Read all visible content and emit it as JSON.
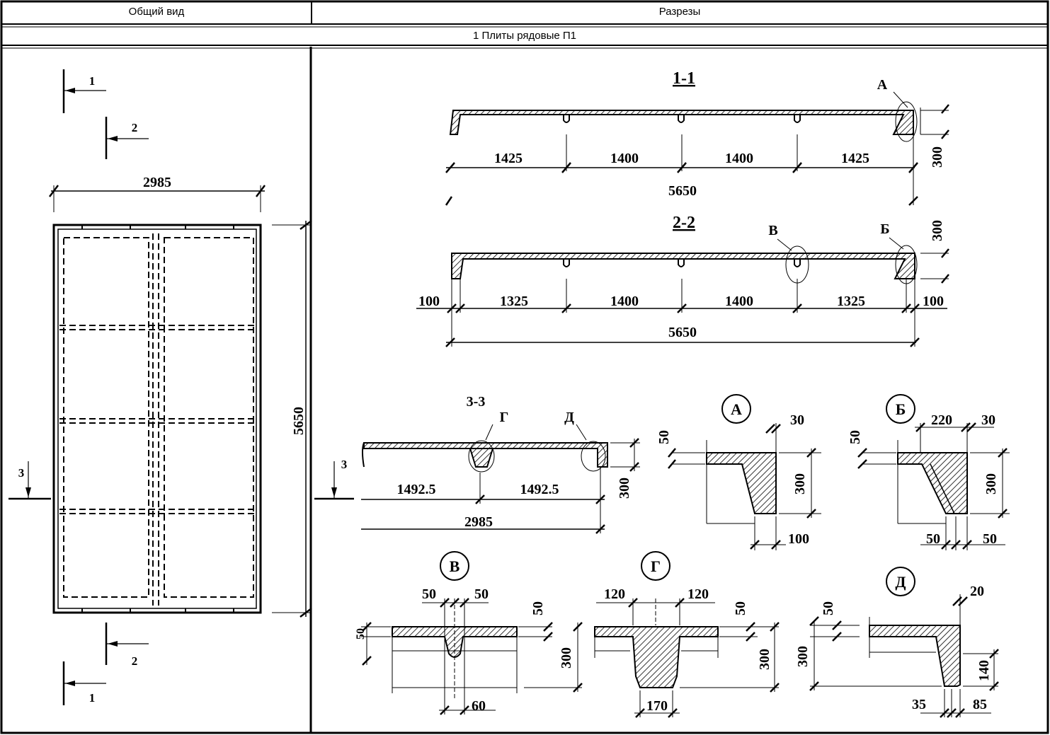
{
  "header": {
    "col_left": "Общий вид",
    "col_right": "Разрезы",
    "row_title": "1 Плиты рядовые П1"
  },
  "plan": {
    "width_dim": "2985",
    "length_dim": "5650",
    "cut1": "1",
    "cut2": "2",
    "cut3": "3"
  },
  "section_1_1": {
    "title": "1-1",
    "callout": "А",
    "dims": [
      "1425",
      "1400",
      "1400",
      "1425"
    ],
    "total": "5650",
    "height": "300"
  },
  "section_2_2": {
    "title": "2-2",
    "callout_v": "В",
    "callout_b": "Б",
    "dims": [
      "100",
      "1325",
      "1400",
      "1400",
      "1325",
      "100"
    ],
    "total": "5650",
    "height": "300"
  },
  "section_3_3": {
    "title": "3-3",
    "callout_g": "Г",
    "callout_d": "Д",
    "cut": "3",
    "dims": [
      "1492.5",
      "1492.5"
    ],
    "total": "2985",
    "height": "300"
  },
  "detail_A": {
    "label": "А",
    "d1": "50",
    "d2": "30",
    "d3": "300",
    "d4": "100"
  },
  "detail_B": {
    "label": "Б",
    "d1": "50",
    "d2": "220",
    "d3": "30",
    "d4": "300",
    "d5": "50",
    "d6": "50"
  },
  "detail_V": {
    "label": "В",
    "d1": "50",
    "d2": "50",
    "d3": "50",
    "d4": "300",
    "d5": "60",
    "d6": "50"
  },
  "detail_G": {
    "label": "Г",
    "d1": "120",
    "d2": "120",
    "d3": "50",
    "d4": "300",
    "d5": "170"
  },
  "detail_D": {
    "label": "Д",
    "d1": "50",
    "d2": "20",
    "d3": "300",
    "d4": "140",
    "d5": "35",
    "d6": "85"
  }
}
